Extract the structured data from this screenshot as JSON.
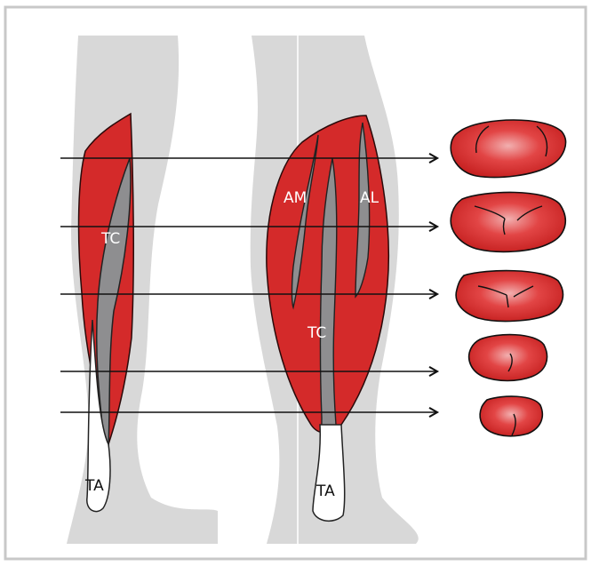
{
  "figure": {
    "labels": {
      "tc_left": "TC",
      "ta_left": "TA",
      "am": "AM",
      "al": "AL",
      "tc_right": "TC",
      "ta_right": "TA"
    },
    "views": [
      "left-leg-side-view",
      "right-leg-back-view"
    ],
    "cross_section_count": 5,
    "colors": {
      "muscle": "#d42a2a",
      "muscle_dark": "#b51d1d",
      "tendon": "#8e8e90",
      "silhouette": "#d8d8d8",
      "border": "#c8c8c8"
    }
  }
}
